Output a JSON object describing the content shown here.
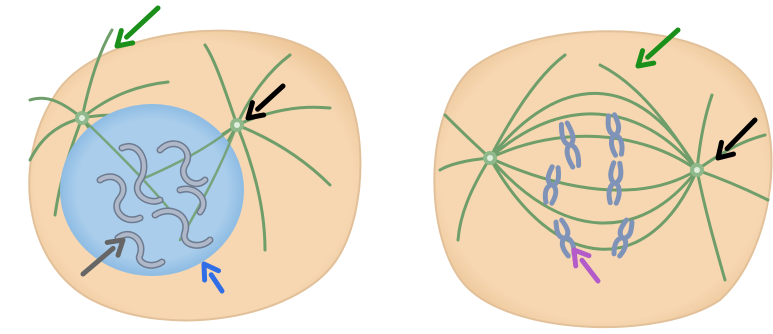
{
  "diagram": {
    "colors": {
      "background": "#ffffff",
      "cell_fill": "#f6d7b2",
      "cell_fill_edge": "#e9be8c",
      "cell_outline": "#e2c19a",
      "spindle": "#6f9e6a",
      "centrosome": "#8fb98a",
      "nucleus_fill": "#a9cdeb",
      "nucleus_edge": "#7fb2df",
      "chromatin": "#aeb8c8",
      "chromatin_edge": "#6d7a8f",
      "chromosome": "#7f93b8"
    },
    "cells": [
      {
        "id": "left-cell",
        "icon": "prophase-cell",
        "arrows": [
          {
            "icon": "arrow-icon",
            "target": "spindle-fiber",
            "color": "#1a8f1a"
          },
          {
            "icon": "arrow-icon",
            "target": "centrosome",
            "color": "#000000"
          },
          {
            "icon": "arrow-icon",
            "target": "chromatin",
            "color": "#666666"
          },
          {
            "icon": "arrow-icon",
            "target": "nuclear-envelope",
            "color": "#2f6ee6"
          }
        ]
      },
      {
        "id": "right-cell",
        "icon": "metaphase-cell",
        "arrows": [
          {
            "icon": "arrow-icon",
            "target": "spindle-fiber",
            "color": "#1a8f1a"
          },
          {
            "icon": "arrow-icon",
            "target": "centrosome",
            "color": "#000000"
          },
          {
            "icon": "arrow-icon",
            "target": "chromosome",
            "color": "#b35cc9"
          }
        ]
      }
    ]
  }
}
